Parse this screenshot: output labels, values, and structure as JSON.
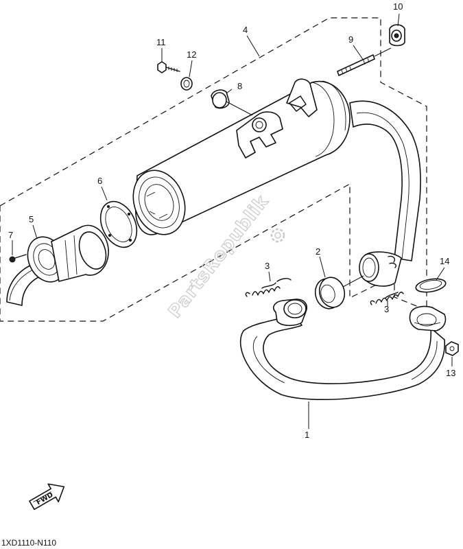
{
  "callouts": {
    "c1": "1",
    "c2": "2",
    "c3a": "3",
    "c3b": "3",
    "c4": "4",
    "c5": "5",
    "c6": "6",
    "c7": "7",
    "c8": "8",
    "c9": "9",
    "c10": "10",
    "c11": "11",
    "c12": "12",
    "c13": "13",
    "c14": "14"
  },
  "diagram_code": "1XD1110-N110",
  "watermark": "PartsRepublik",
  "fwd_label": "FWD",
  "icons": [
    "fwd-arrow-icon",
    "gear-watermark-icon"
  ]
}
